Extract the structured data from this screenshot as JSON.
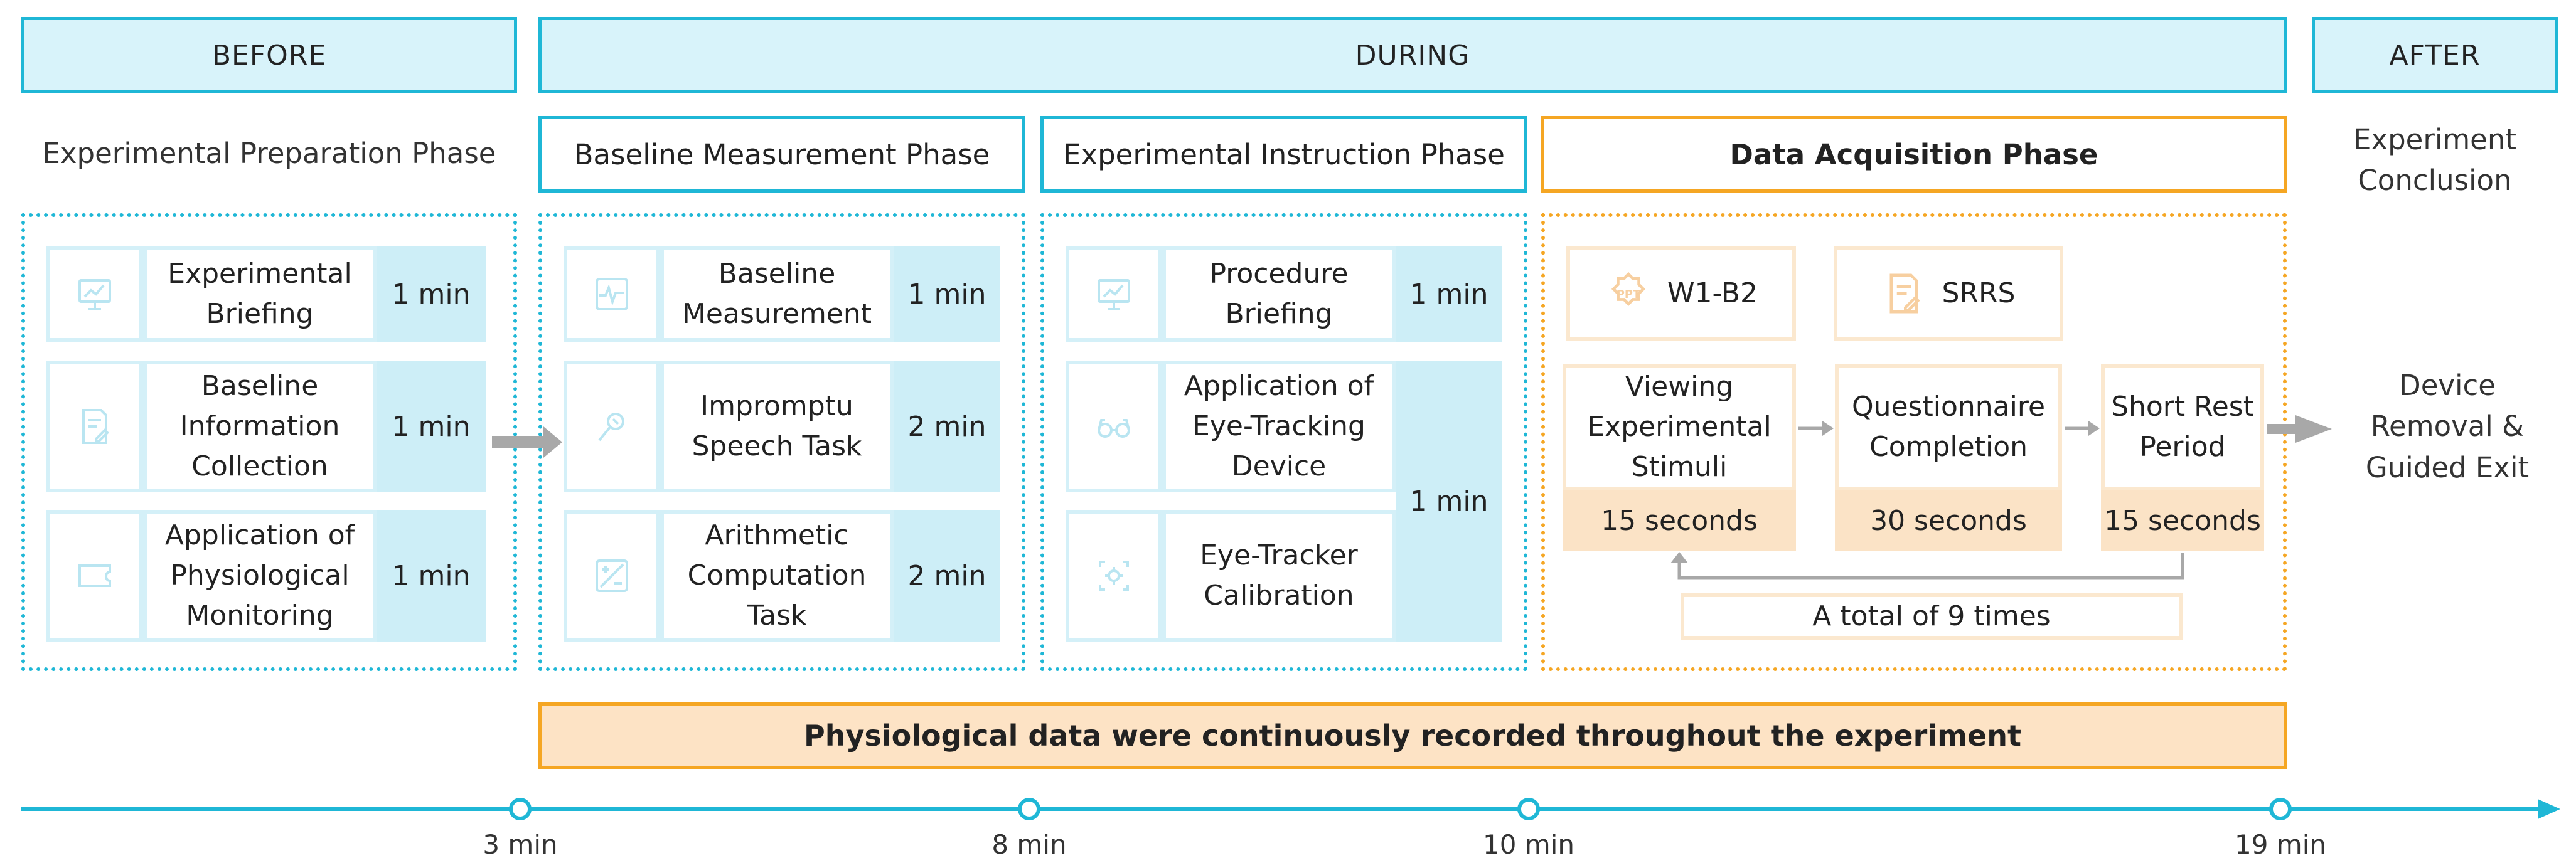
{
  "headers": {
    "before": "BEFORE",
    "during": "DURING",
    "after": "AFTER"
  },
  "phases": {
    "preparation": "Experimental Preparation Phase",
    "baseline": "Baseline Measurement Phase",
    "instruction": "Experimental Instruction Phase",
    "acquisition": "Data Acquisition Phase",
    "conclusion": "Experiment Conclusion"
  },
  "preparation_steps": [
    {
      "icon": "presentation-chart-icon",
      "label": "Experimental Briefing",
      "time": "1 min"
    },
    {
      "icon": "edit-form-icon",
      "label": "Baseline Information Collection",
      "time": "1 min"
    },
    {
      "icon": "monitor-device-icon",
      "label": "Application of Physiological Monitoring",
      "time": "1 min"
    }
  ],
  "baseline_steps": [
    {
      "icon": "heartbeat-icon",
      "label": "Baseline Measurement",
      "time": "1 min"
    },
    {
      "icon": "microphone-icon",
      "label": "Impromptu Speech Task",
      "time": "2 min"
    },
    {
      "icon": "calculator-icon",
      "label": "Arithmetic Computation Task",
      "time": "2 min"
    }
  ],
  "instruction_steps": [
    {
      "icon": "presentation-chart-icon",
      "label": "Procedure Briefing",
      "time": "1 min"
    },
    {
      "icon": "eyeglasses-icon",
      "label": "Application of Eye-Tracking Device"
    },
    {
      "icon": "eye-target-icon",
      "label": "Eye-Tracker Calibration"
    }
  ],
  "instruction_shared_time": "1 min",
  "acquisition": {
    "materials": [
      {
        "icon": "ppt-icon",
        "label": "W1-B2"
      },
      {
        "icon": "edit-form-icon",
        "label": "SRRS"
      }
    ],
    "steps": [
      {
        "label": "Viewing Experimental Stimuli",
        "time": "15 seconds"
      },
      {
        "label": "Questionnaire Completion",
        "time": "30 seconds"
      },
      {
        "label": "Short Rest Period",
        "time": "15 seconds"
      }
    ],
    "repeat": "A total of 9 times"
  },
  "after_action": "Device Removal & Guided Exit",
  "banner": "Physiological data were continuously recorded throughout the experiment",
  "timeline": {
    "ticks": [
      "3 min",
      "8 min",
      "10 min",
      "19 min"
    ]
  },
  "colors": {
    "blue": "#1fb7d6",
    "light_blue": "#d8f3fa",
    "orange": "#f5a623",
    "light_orange": "#fde3c5",
    "arrow_gray": "#a8a8a8"
  }
}
